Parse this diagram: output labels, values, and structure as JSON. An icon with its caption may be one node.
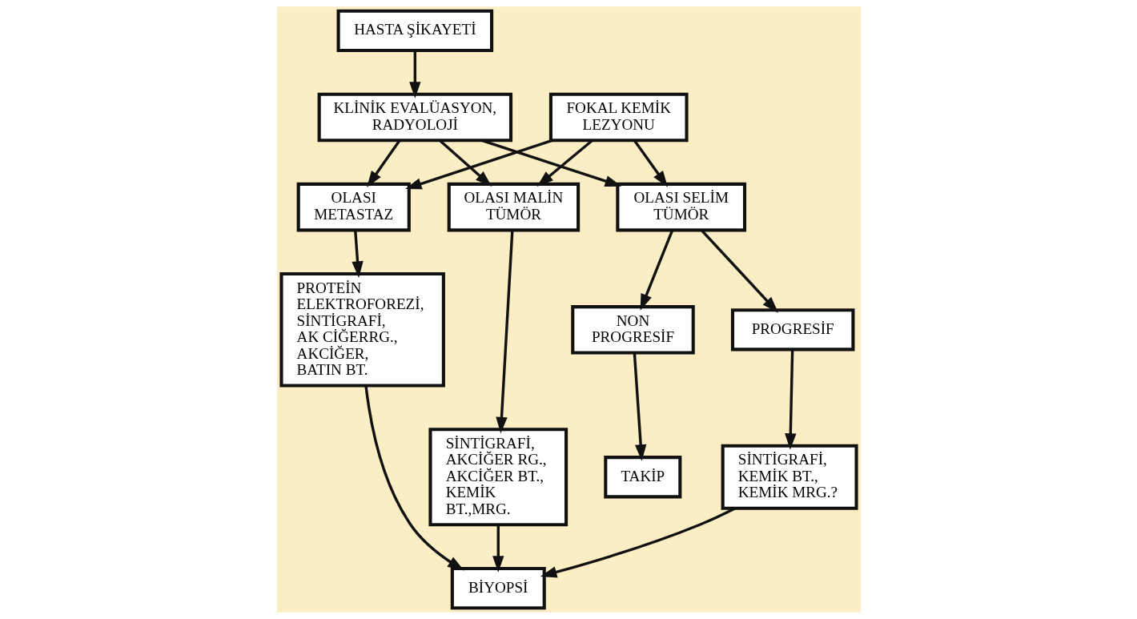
{
  "diagram": {
    "nodes": [
      {
        "text": [
          "HASTA ŞİKAYETİ"
        ]
      },
      {
        "text": [
          "KLİNİK EVALÜASYON, RADYOLOJİ"
        ]
      },
      {
        "text": [
          "FOKAL KEMİK LEZYONU"
        ]
      },
      {
        "text": [
          "OLASI SELİM TÜMÖR"
        ]
      },
      {
        "text": [
          "OLASI MALİN TÜMÖR"
        ]
      },
      {
        "text": [
          "OLASI METASTAZ"
        ]
      },
      {
        "text": [
          "NON PROGRESİF"
        ]
      },
      {
        "text": [
          "PROGRESİF"
        ]
      },
      {
        "text": [
          "TAKİP"
        ]
      },
      {
        "text": [
          "SİNTİGRAFİ, KEMİK BT., KEMİK MRG.?"
        ]
      },
      {
        "text": [
          "SİNTİGRAFİ, AKCİĞER RG., AKCİĞER BT., KEMİK BT.,MRG."
        ]
      },
      {
        "text": [
          "PROTEİN ELEKTROFOREZİ, SİNTİGRAFİ, AK CİĞERRG., AKCİĞER, BATIN BT."
        ]
      },
      {
        "text": [
          "BİYOPSİ"
        ]
      }
    ],
    "edges": [
      {
        "from": 0,
        "to": 1,
        "arrow": "to"
      },
      {
        "from": 1,
        "to": 3,
        "arrow": "to"
      },
      {
        "from": 1,
        "to": 4,
        "arrow": "to"
      },
      {
        "from": 1,
        "to": 5,
        "arrow": "to"
      },
      {
        "from": 2,
        "to": 3,
        "arrow": "to"
      },
      {
        "from": 2,
        "to": 4,
        "arrow": "to"
      },
      {
        "from": 2,
        "to": 5,
        "arrow": "to"
      },
      {
        "from": 3,
        "to": 6,
        "arrow": "to"
      },
      {
        "from": 3,
        "to": 7,
        "arrow": "to"
      },
      {
        "from": 6,
        "to": 8,
        "arrow": "to"
      },
      {
        "from": 7,
        "to": 9,
        "arrow": "to"
      },
      {
        "from": 4,
        "to": 10,
        "arrow": "to"
      },
      {
        "from": 5,
        "to": 11,
        "arrow": "to"
      },
      {
        "from": 9,
        "to": 12,
        "arrow": "to"
      },
      {
        "from": 10,
        "to": 12,
        "arrow": "to"
      },
      {
        "from": 11,
        "to": 12,
        "arrow": "to"
      }
    ]
  }
}
